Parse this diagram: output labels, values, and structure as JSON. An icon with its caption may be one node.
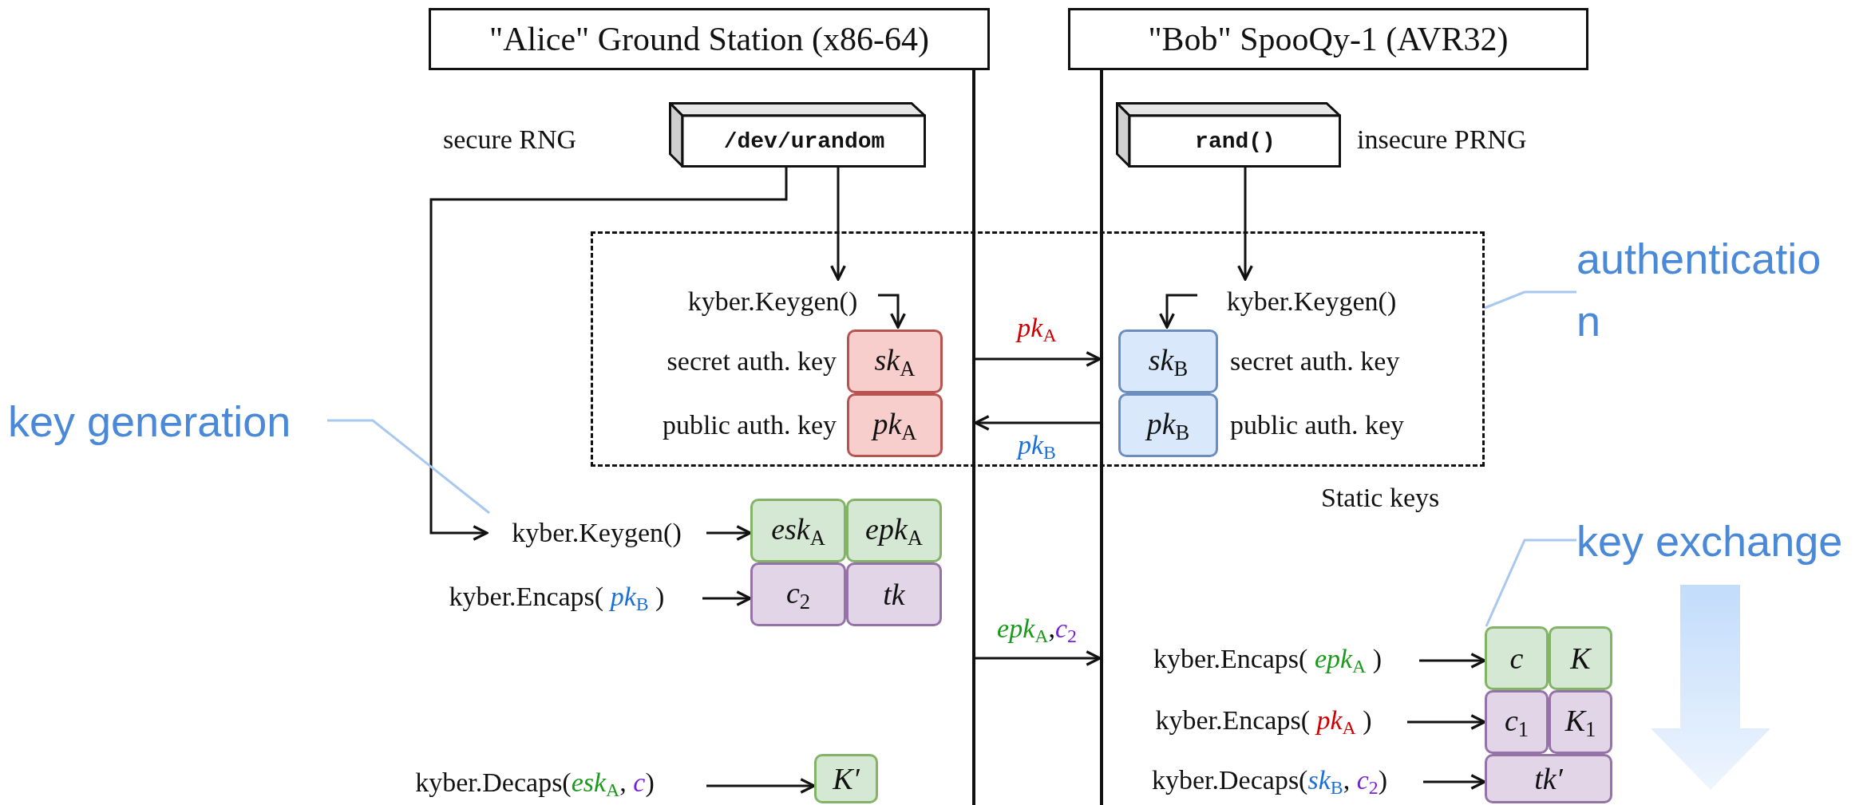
{
  "diagram": {
    "nodes": [
      {
        "text": [
          "\"Alice\" Ground Station (x86-64)"
        ]
      },
      {
        "text": [
          "\"Bob\" SpooQy-1 (AVR32)"
        ]
      },
      {
        "text": [],
        "shape": "bar"
      },
      {
        "text": [],
        "shape": "bar"
      },
      {
        "text": [
          "/dev/urandom"
        ],
        "beside": [
          "secure RNG"
        ]
      },
      {
        "text": [
          "rand()"
        ],
        "beside": [
          "insecure PRNG"
        ]
      },
      {
        "text": [
          "Static keys"
        ]
      },
      {
        "text": [
          "kyber.Keygen()"
        ],
        "in": 6
      },
      {
        "text": [
          "*sk*$_{A}$"
        ],
        "in": 6,
        "beside": [
          "secret auth. key"
        ]
      },
      {
        "text": [
          "*pk*$_{A}$"
        ],
        "in": 6,
        "beside": [
          "public auth. key"
        ]
      },
      {
        "text": [
          "kyber.Keygen()"
        ],
        "in": 6
      },
      {
        "text": [
          "*sk*$_{B}$"
        ],
        "in": 6,
        "beside": [
          "secret auth. key"
        ]
      },
      {
        "text": [
          "*pk*$_{B}$"
        ],
        "in": 6,
        "beside": [
          "public auth. key"
        ]
      },
      {
        "text": [
          "kyber.Keygen()"
        ]
      },
      {
        "text": [
          "*esk*$_{A}$"
        ]
      },
      {
        "text": [
          "*epk*$_{A}$"
        ]
      },
      {
        "text": [
          "kyber.Encaps( *pk*$_{B}$ )"
        ]
      },
      {
        "text": [
          "*c*$_{2}$"
        ]
      },
      {
        "text": [
          "*tk*"
        ]
      },
      {
        "text": [
          "kyber.Encaps( *epk*$_{A}$ )"
        ]
      },
      {
        "text": [
          "*c*"
        ]
      },
      {
        "text": [
          "*K*"
        ]
      },
      {
        "text": [
          "kyber.Encaps( *pk*$_{A}$ )"
        ]
      },
      {
        "text": [
          "*c*$_{1}$"
        ]
      },
      {
        "text": [
          "*K*$_{1}$"
        ]
      },
      {
        "text": [
          "kyber.Decaps(*sk*$_{B}$, *c*$_{2}$)"
        ]
      },
      {
        "text": [
          "*tk′*"
        ]
      },
      {
        "text": [
          "kyber.Decaps(*esk*$_{A}$, *c*)"
        ]
      },
      {
        "text": [
          "*K′*"
        ]
      },
      {
        "text": [
          "key generation"
        ]
      },
      {
        "text": [
          "authenticatio n"
        ]
      },
      {
        "text": [
          "key exchange"
        ]
      }
    ],
    "edges": [
      {
        "from": 4,
        "to": 7,
        "arrow": "to"
      },
      {
        "from": 4,
        "to": 13,
        "arrow": "to"
      },
      {
        "from": 5,
        "to": 10,
        "arrow": "to"
      },
      {
        "from": 7,
        "to": 8,
        "arrow": "to"
      },
      {
        "from": 10,
        "to": 11,
        "arrow": "to"
      },
      {
        "from": 2,
        "to": 3,
        "arrow": "to",
        "label": "*pk*$_{A}$"
      },
      {
        "from": 3,
        "to": 2,
        "arrow": "to",
        "label": "*pk*$_{B}$"
      },
      {
        "from": 13,
        "to": 14,
        "arrow": "to"
      },
      {
        "from": 16,
        "to": 17,
        "arrow": "to"
      },
      {
        "from": 2,
        "to": 3,
        "arrow": "to",
        "label": "*epk*$_{A}$,*c*$_{2}$"
      },
      {
        "from": 19,
        "to": 20,
        "arrow": "to"
      },
      {
        "from": 22,
        "to": 23,
        "arrow": "to"
      },
      {
        "from": 25,
        "to": 26,
        "arrow": "to"
      },
      {
        "from": 27,
        "to": 28,
        "arrow": "to"
      },
      {
        "from": 29,
        "to": 13,
        "arrow": "none",
        "color": "#a9c8f0"
      },
      {
        "from": 30,
        "to": 6,
        "arrow": "none",
        "color": "#a9c8f0"
      },
      {
        "from": 31,
        "to": 20,
        "arrow": "none",
        "color": "#a9c8f0"
      }
    ]
  }
}
